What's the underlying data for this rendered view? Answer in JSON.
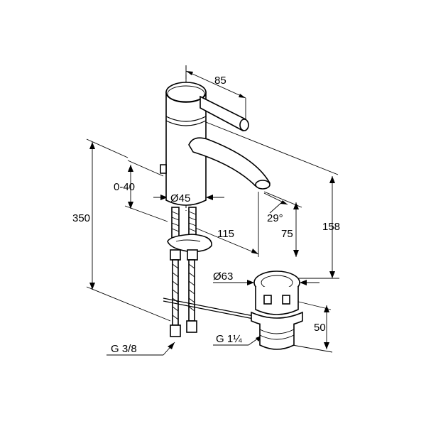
{
  "dimensions": {
    "lever_reach": "85",
    "lever_height": "0-40",
    "body_diameter": "Ø45",
    "spout_angle": "29°",
    "total_height": "350",
    "spout_reach": "115",
    "spout_height": "75",
    "top_height": "158",
    "waste_diameter": "Ø63",
    "waste_height": "50",
    "hose_thread": "G 3/8",
    "waste_thread": "G 1¼"
  }
}
